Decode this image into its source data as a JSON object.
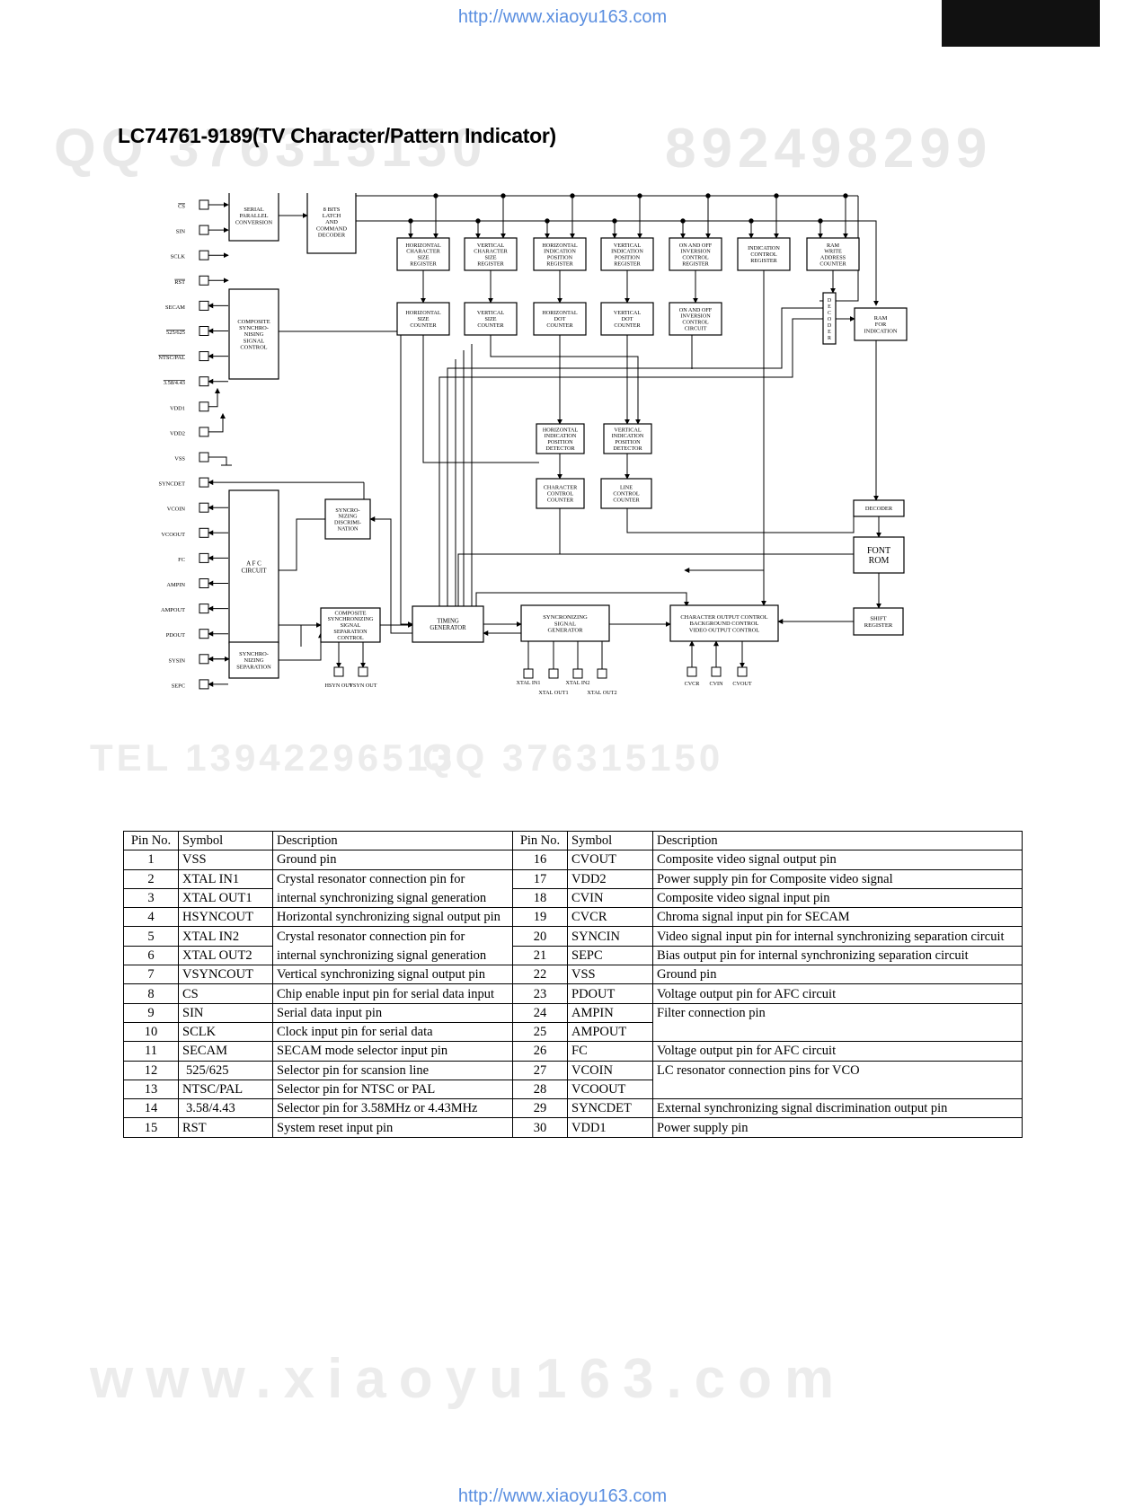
{
  "header": {
    "url_top": "http://www.xiaoyu163.com"
  },
  "footer": {
    "url_bottom": "http://www.xiaoyu163.com"
  },
  "watermarks": {
    "qq": "QQ 376315150",
    "num": "892498299",
    "tel": "TEL 13942296513",
    "qq2": "QQ 376315150",
    "site": "www.xiaoyu163.com"
  },
  "title": "LC74761-9189(TV Character/Pattern Indicator)",
  "diagram": {
    "pins_left": [
      {
        "label": "CS",
        "over": true
      },
      {
        "label": "SIN"
      },
      {
        "label": "SCLK"
      },
      {
        "label": "RST",
        "over": true
      },
      {
        "label": "SECAM"
      },
      {
        "label": "525/625",
        "over": true
      },
      {
        "label": "NTSC/PAL",
        "over": true
      },
      {
        "label": "3.58/4.43",
        "over": true
      },
      {
        "label": "VDD1"
      },
      {
        "label": "VDD2"
      },
      {
        "label": "VSS"
      },
      {
        "label": "SYNCDET"
      },
      {
        "label": "VCOIN"
      },
      {
        "label": "VCOOUT"
      },
      {
        "label": "FC"
      },
      {
        "label": "AMPIN"
      },
      {
        "label": "AMPOUT"
      },
      {
        "label": "PDOUT"
      },
      {
        "label": "SYSIN"
      },
      {
        "label": "SEPC"
      }
    ],
    "serial": [
      "SERIAL",
      "PARALLEL",
      "CONVERSION"
    ],
    "latch": [
      "8 BITS",
      "LATCH",
      "AND",
      "COMMAND",
      "DECODER"
    ],
    "registers": [
      [
        "HORIZONTAL",
        "CHARACTER",
        "SIZE",
        "REGISTER"
      ],
      [
        "VERTICAL",
        "CHARACTER",
        "SIZE",
        "REGISTER"
      ],
      [
        "HORIZONTAL",
        "INDICATION",
        "POSITION",
        "REGISTER"
      ],
      [
        "VERTICAL",
        "INDICATION",
        "POSITION",
        "REGISTER"
      ],
      [
        "ON AND OFF",
        "INVERSION",
        "CONTROL",
        "REGISTER"
      ],
      [
        "INDICATION",
        "CONTROL",
        "REGISTER"
      ],
      [
        "RAM",
        "WRITE",
        "ADDRESS",
        "COUNTER"
      ]
    ],
    "counters": [
      [
        "HORIZONTAL",
        "SIZE",
        "COUNTER"
      ],
      [
        "VERTICAL",
        "SIZE",
        "COUNTER"
      ],
      [
        "HORIZONTAL",
        "DOT",
        "COUNTER"
      ],
      [
        "VERTICAL",
        "DOT",
        "COUNTER"
      ],
      [
        "ON AND OFF",
        "INVERSION",
        "CONTROL",
        "CIRCUIT"
      ]
    ],
    "decoder_v": "DECODER",
    "ram": [
      "RAM",
      "FOR",
      "INDICATION"
    ],
    "composite": [
      "COMPOSITE",
      "SYNCHRO-",
      "NISING",
      "SIGNAL",
      "CONTROL"
    ],
    "hdet": [
      "HORIZONTAL",
      "INDICATION",
      "POSITION",
      "DETECTOR"
    ],
    "vdet": [
      "VERTICAL",
      "INDICATION",
      "POSITION",
      "DETECTOR"
    ],
    "char_ctr": [
      "CHARACTER",
      "CONTROL",
      "COUNTER"
    ],
    "line_ctr": [
      "LINE",
      "CONTROL",
      "COUNTER"
    ],
    "decoder2": "DECODER",
    "font_rom": [
      "FONT",
      "ROM"
    ],
    "sync_disc": [
      "SYNCRO-",
      "NIZING",
      "DISCRIMI-",
      "NATION"
    ],
    "afc": [
      "A F C",
      "CIRCUIT"
    ],
    "comp_sep": [
      "COMPOSITE",
      "SYNCHRONIZING",
      "SIGNAL",
      "SEPARATION",
      "CONTROL"
    ],
    "timing": [
      "TIMING",
      "GENERATOR"
    ],
    "sync_gen": [
      "SYNCRONIZING",
      "SIGNAL",
      "GENERATOR"
    ],
    "char_out": [
      "CHARACTER OUTPUT CONTROL",
      "BACKGROUND CONTROL",
      "VIDEO OUTPUT CONTROL"
    ],
    "shift": [
      "SHIFT",
      "REGISTER"
    ],
    "sync_sep": [
      "SYNCHRO-",
      "NIZING",
      "SEPARATION"
    ],
    "bottom_pins": {
      "hsyn": "HSYN OUT",
      "vsyn": "VSYN OUT",
      "xin1": "XTAL IN1",
      "xout1": "XTAL OUT1",
      "xin2": "XTAL IN2",
      "xout2": "XTAL OUT2",
      "cvcr": "CVCR",
      "cvin": "CVIN",
      "cvout": "CVOUT"
    }
  },
  "pin_table": {
    "headers": [
      "Pin No.",
      "Symbol",
      "Description",
      "Pin No.",
      "Symbol",
      "Description"
    ],
    "rows": [
      {
        "p1": "1",
        "s1": "VSS",
        "d1": "Ground pin",
        "p2": "16",
        "s2": "CVOUT",
        "d2": "Composite video signal output pin"
      },
      {
        "p1": "2",
        "s1": "XTAL IN1",
        "d1": "Crystal resonator connection pin for",
        "p2": "17",
        "s2": "VDD2",
        "d2": "Power supply pin for Composite video signal"
      },
      {
        "p1": "3",
        "s1": "XTAL OUT1",
        "d1": "internal synchronizing signal generation",
        "p2": "18",
        "s2": "CVIN",
        "d2": "Composite video signal input pin"
      },
      {
        "p1": "4",
        "s1": "HSYNCOUT",
        "d1": "Horizontal synchronizing signal output pin",
        "p2": "19",
        "s2": "CVCR",
        "d2": "Chroma signal input pin for SECAM"
      },
      {
        "p1": "5",
        "s1": "XTAL IN2",
        "d1": "Crystal resonator connection pin for",
        "p2": "20",
        "s2": "SYNCIN",
        "d2": "Video signal input pin for internal synchronizing separation circuit"
      },
      {
        "p1": "6",
        "s1": "XTAL OUT2",
        "d1": "internal synchronizing signal generation",
        "p2": "21",
        "s2": "SEPC",
        "d2": "Bias output pin for internal synchronizing separation circuit"
      },
      {
        "p1": "7",
        "s1": "VSYNCOUT",
        "d1": "Vertical synchronizing signal output pin",
        "p2": "22",
        "s2": "VSS",
        "d2": "Ground pin"
      },
      {
        "p1": "8",
        "s1": "CS",
        "d1": "Chip enable input pin for serial data input",
        "p2": "23",
        "s2": "PDOUT",
        "d2": "Voltage output pin for AFC circuit"
      },
      {
        "p1": "9",
        "s1": "SIN",
        "d1": "Serial data input pin",
        "p2": "24",
        "s2": "AMPIN",
        "d2": "Filter connection pin"
      },
      {
        "p1": "10",
        "s1": "SCLK",
        "d1": "Clock input pin for serial data",
        "p2": "25",
        "s2": "AMPOUT",
        "d2": ""
      },
      {
        "p1": "11",
        "s1": "SECAM",
        "d1": "SECAM mode selector input pin",
        "p2": "26",
        "s2": "FC",
        "d2": "Voltage output pin for AFC circuit"
      },
      {
        "p1": "12",
        "s1": "525/625",
        "d1": "Selector pin for scansion line",
        "p2": "27",
        "s2": "VCOIN",
        "d2": "LC resonator connection pins for VCO"
      },
      {
        "p1": "13",
        "s1": "NTSC/PAL",
        "d1": "Selector pin for NTSC or PAL",
        "p2": "28",
        "s2": "VCOOUT",
        "d2": ""
      },
      {
        "p1": "14",
        "s1": "3.58/4.43",
        "d1": "Selector pin for 3.58MHz or 4.43MHz",
        "p2": "29",
        "s2": "SYNCDET",
        "d2": "External synchronizing signal discrimination output pin"
      },
      {
        "p1": "15",
        "s1": "RST",
        "d1": "System reset input pin",
        "p2": "30",
        "s2": "VDD1",
        "d2": "Power supply pin"
      }
    ]
  }
}
